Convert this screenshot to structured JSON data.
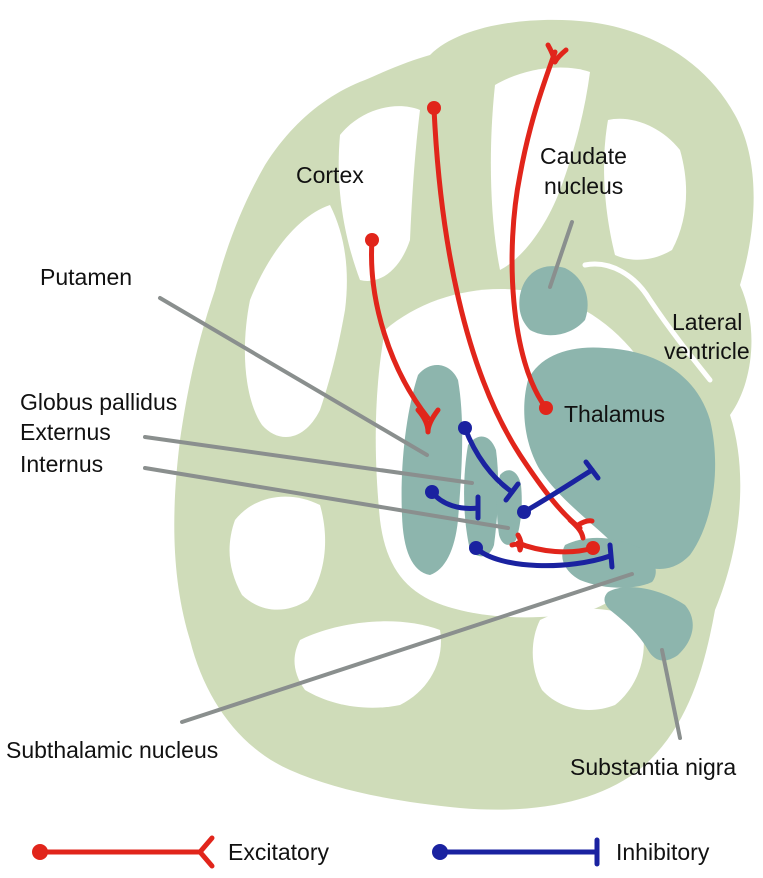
{
  "labels": {
    "cortex": "Cortex",
    "caudate_line1": "Caudate",
    "caudate_line2": "nucleus",
    "putamen": "Putamen",
    "lateral_line1": "Lateral",
    "lateral_line2": "ventricle",
    "globus_pallidus": "Globus pallidus",
    "externus": "Externus",
    "internus": "Internus",
    "thalamus": "Thalamus",
    "subthalamic_nucleus": "Subthalamic nucleus",
    "substantia_nigra": "Substantia nigra"
  },
  "legend": {
    "excitatory": "Excitatory",
    "inhibitory": "Inhibitory"
  },
  "colors": {
    "excitatory": "#e1251b",
    "inhibitory": "#1a22a0",
    "white_matter": "#cfdcb9",
    "nuclei": "#8db5ad",
    "leader_lines": "#8a8f8e"
  }
}
